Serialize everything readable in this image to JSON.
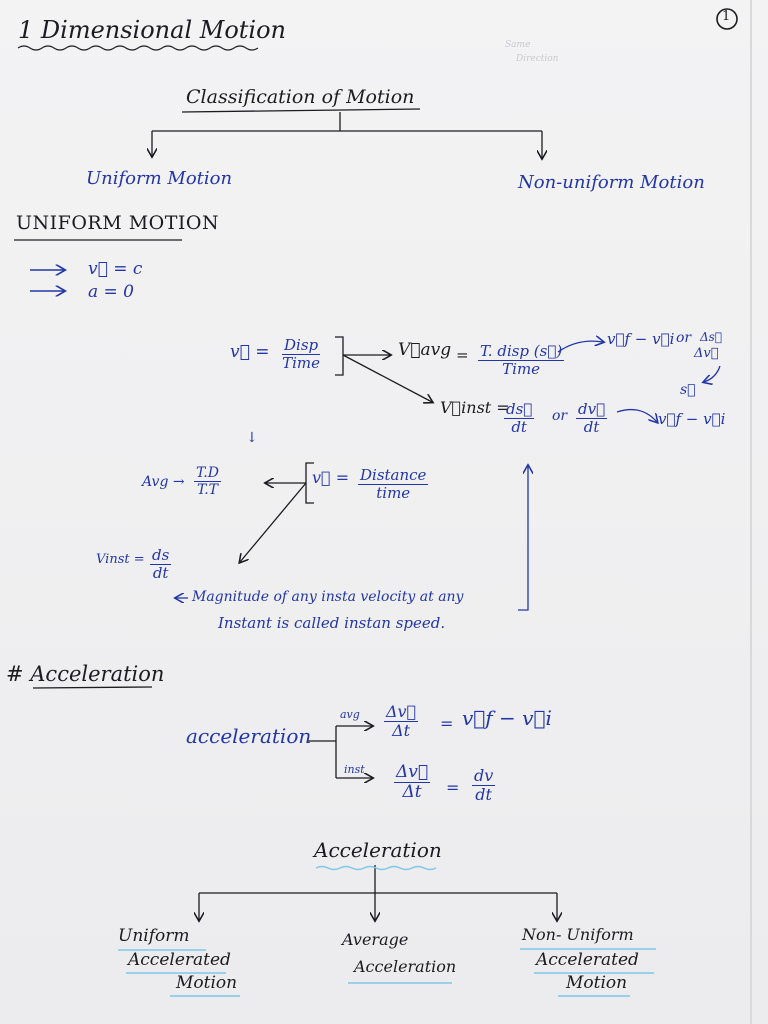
{
  "page_number": "1",
  "title": "1 Dimensional Motion",
  "ghost_text": [
    "Same",
    "Direction"
  ],
  "classification": {
    "heading": "Classification of Motion",
    "left": "Uniform Motion",
    "right": "Non-uniform Motion"
  },
  "uniform": {
    "heading": "UNIFORM MOTION",
    "bullets": [
      "v⃗ = c",
      "a = 0"
    ]
  },
  "velocity": {
    "lhs": "v⃗ =",
    "disp": "Disp",
    "time": "Time",
    "vavg": "V⃗avg",
    "eq": "=",
    "tdisp": "T. disp (s⃗)",
    "time2": "Time",
    "vf_vi": "v⃗f − v⃗i",
    "or1": "or",
    "delta_s": "Δs⃗",
    "delta_v": "Δv⃗",
    "s_vec": "s⃗",
    "vinst": "V⃗inst =",
    "ds": "ds⃗",
    "dt": "dt",
    "or2": "or",
    "dv": "dv⃗",
    "dt2": "dt",
    "vf_vi2": "v⃗f − v⃗i",
    "arrow_mark": "↓"
  },
  "speed": {
    "lhs": "v⃗ =",
    "distance": "Distance",
    "time": "time",
    "avg_label": "Avg →",
    "td": "T.D",
    "tt": "T.T",
    "vinst_label": "Vinst =",
    "ds": "ds",
    "dt": "dt",
    "note": [
      "Magnitude of any insta velocity at any",
      "Instant is called instan speed."
    ]
  },
  "acceleration": {
    "heading": "# Acceleration",
    "label": "acceleration",
    "avg": "avg",
    "inst": "inst",
    "dv": "Δv⃗",
    "dt": "Δt",
    "eq": "=",
    "vf_vi": "v⃗f − v⃗i",
    "dv2": "Δv⃗",
    "dt2": "Δt",
    "dv_small": "dv",
    "dt_small": "dt"
  },
  "types": {
    "heading": "Acceleration",
    "items": [
      [
        "Uniform",
        "Accelerated",
        "Motion"
      ],
      [
        "Average",
        "Acceleration"
      ],
      [
        "Non- Uniform",
        "Accelerated",
        "Motion"
      ]
    ]
  },
  "colors": {
    "ink_black": "#1b1b22",
    "ink_blue": "#2336a8",
    "paper": "#efeff0",
    "highlight": "#7ec8e8"
  }
}
